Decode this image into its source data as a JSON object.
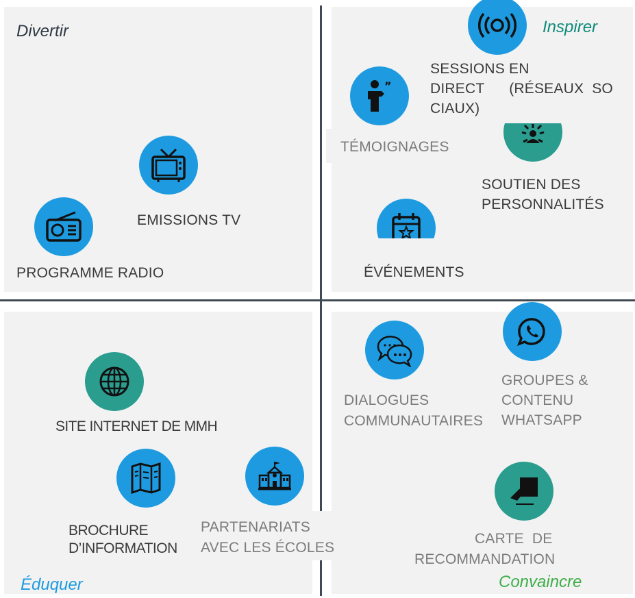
{
  "quadrants": {
    "top_left": {
      "title": "Divertir",
      "title_color": "#2f3a45"
    },
    "top_right": {
      "title": "Inspirer",
      "title_color": "#0f8a7a"
    },
    "bottom_left": {
      "title": "Éduquer",
      "title_color": "#1e9be0"
    },
    "bottom_right": {
      "title": "Convaincre",
      "title_color": "#3fae49"
    }
  },
  "items": {
    "tv": {
      "label": "EMISSIONS TV",
      "icon": "tv-icon"
    },
    "radio": {
      "label": "PROGRAMME RADIO",
      "icon": "radio-icon"
    },
    "live": {
      "line1": "SESSIONS EN",
      "line2": "DIRECT      (RÉSEAUX  SO",
      "line3": "CIAUX)",
      "icon": "broadcast-icon"
    },
    "testimonials": {
      "label": "TÉMOIGNAGES",
      "icon": "speaker-quote-icon"
    },
    "celebrities": {
      "line1": "SOUTIEN DES",
      "line2": "PERSONNALITÉS",
      "icon": "spotlight-person-icon"
    },
    "events": {
      "label": "ÉVÉNEMENTS",
      "icon": "calendar-star-icon"
    },
    "website": {
      "label": "SITE INTERNET DE MMH",
      "icon": "globe-icon"
    },
    "brochure": {
      "line1": "BROCHURE",
      "line2": "D’INFORMATION",
      "icon": "map-brochure-icon"
    },
    "schools": {
      "line1": "PARTENARIATS",
      "line2": "AVEC LES ÉCOLES",
      "icon": "school-icon"
    },
    "dialogues": {
      "line1": "DIALOGUES",
      "line2": "COMMUNAUTAIRES",
      "icon": "chat-bubbles-icon"
    },
    "whatsapp": {
      "line1": "GROUPES &",
      "line2": "CONTENU",
      "line3": "WHATSAPP",
      "icon": "whatsapp-icon"
    },
    "card": {
      "line1": "CARTE  DE",
      "line2": "RECOMMANDATION",
      "icon": "hand-card-icon"
    }
  },
  "colors": {
    "icon_blue": "#1e9be0",
    "icon_teal": "#2a9d8f",
    "divider": "#3f4a55",
    "panel": "#f2f2f2"
  }
}
